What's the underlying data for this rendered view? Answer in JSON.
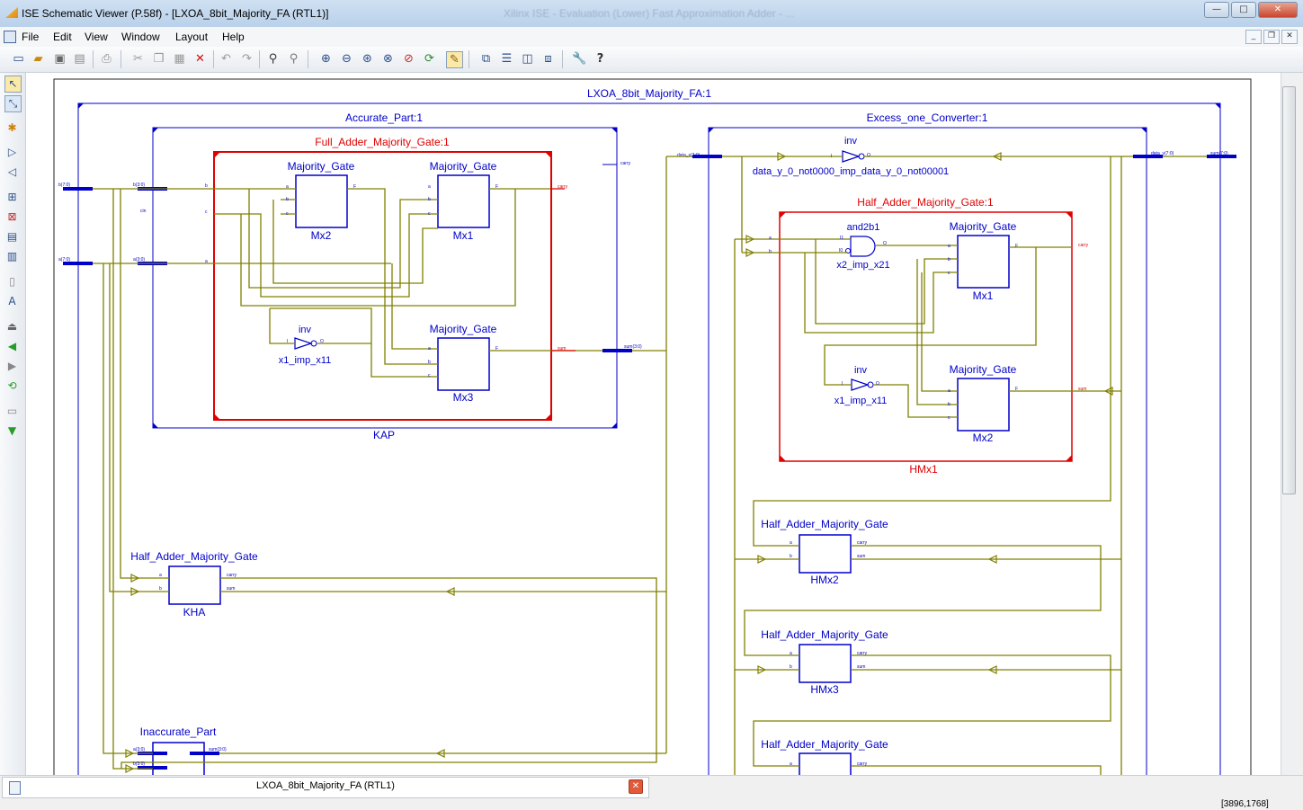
{
  "window": {
    "title": "ISE Schematic Viewer (P.58f) - [LXOA_8bit_Majority_FA (RTL1)]",
    "faded_title": "Xilinx ISE - Evaluation (Lower) Fast Approximation Adder - ...",
    "minimize_label": "—",
    "maximize_label": "□",
    "close_label": "✕"
  },
  "menu": {
    "items": [
      "File",
      "Edit",
      "View",
      "Window",
      "Layout",
      "Help"
    ]
  },
  "toolbar": {
    "icons": [
      "new-icon",
      "open-icon",
      "save-icon",
      "save-all-icon",
      "print-icon",
      "cut-icon",
      "copy-icon",
      "paste-icon",
      "delete-icon",
      "undo-icon",
      "redo-icon",
      "find-icon",
      "find-next-icon",
      "zoom-in-icon",
      "zoom-out-icon",
      "zoom-full-icon",
      "zoom-area-icon",
      "zoom-select-icon",
      "refresh-icon",
      "pan-icon",
      "tile-cascade-icon",
      "tile-horizontal-icon",
      "tile-vertical-icon",
      "window-arrange-icon",
      "properties-icon",
      "help-icon"
    ]
  },
  "schematic": {
    "top_module": "LXOA_8bit_Majority_FA:1",
    "accurate_part": "Accurate_Part:1",
    "kap_label": "KAP",
    "full_adder": "Full_Adder_Majority_Gate:1",
    "majority_gate": "Majority_Gate",
    "mx1": "Mx1",
    "mx2": "Mx2",
    "mx3": "Mx3",
    "inv": "inv",
    "x1_imp": "x1_imp_x11",
    "excess_one": "Excess_one_Converter:1",
    "data_inv": "data_y_0_not0000_imp_data_y_0_not00001",
    "half_adder_1": "Half_Adder_Majority_Gate:1",
    "and2b1": "and2b1",
    "x2_imp": "x2_imp_x21",
    "hmx1": "HMx1",
    "half_adder": "Half_Adder_Majority_Gate",
    "hmx2": "HMx2",
    "hmx3": "HMx3",
    "kha": "KHA",
    "inaccurate": "Inaccurate_Part",
    "pins": {
      "b": "b",
      "a": "a",
      "c": "c",
      "f": "F",
      "cin": "cin",
      "carry": "carry",
      "sum": "sum",
      "b70": "b(7:0)",
      "a70": "a(7:0)",
      "b30": "b(3:0)",
      "a30": "a(3:0)",
      "sum30": "sum(3:0)",
      "data_x": "data_x(7:0)",
      "data_y": "data_y(7:0)",
      "sum70": "sum(7:0)",
      "i": "I",
      "o": "O",
      "i0": "I0",
      "i1": "I1"
    }
  },
  "document_tab": {
    "label": "LXOA_8bit_Majority_FA (RTL1)",
    "close_label": "✕"
  },
  "status": {
    "coords": "[3896,1768]"
  },
  "colors": {
    "module_border": "#0000c8",
    "module_text": "#0000c8",
    "highlight": "#e00000",
    "wire": "#808000"
  }
}
